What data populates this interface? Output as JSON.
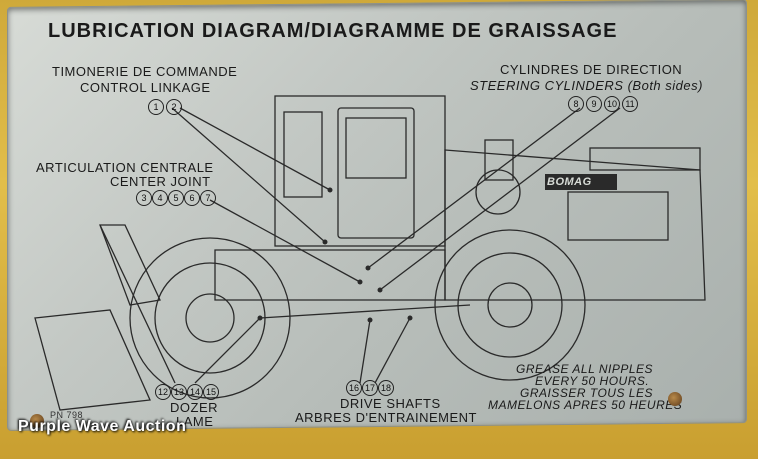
{
  "plate": {
    "title": "LUBRICATION DIAGRAM/DIAGRAMME DE GRAISSAGE",
    "control_linkage": {
      "fr": "TIMONERIE DE COMMANDE",
      "en": "CONTROL LINKAGE",
      "points": [
        "1",
        "2"
      ]
    },
    "steering_cylinders": {
      "fr": "CYLINDRES DE DIRECTION",
      "en": "STEERING CYLINDERS (Both sides)",
      "points": [
        "8",
        "9",
        "10",
        "11"
      ]
    },
    "center_joint": {
      "fr": "ARTICULATION CENTRALE",
      "en": "CENTER JOINT",
      "points": [
        "3",
        "4",
        "5",
        "6",
        "7"
      ]
    },
    "dozer": {
      "en": "DOZER",
      "fr": "LAME",
      "points": [
        "12",
        "13",
        "14",
        "15"
      ]
    },
    "drive_shafts": {
      "en": "DRIVE SHAFTS",
      "fr": "ARBRES D'ENTRAINEMENT",
      "points": [
        "16",
        "17",
        "18"
      ]
    },
    "grease_note": [
      "GREASE ALL NIPPLES",
      "EVERY 50 HOURS.",
      "GRAISSER TOUS LES",
      "MAMELONS APRES 50 HEURES"
    ],
    "brand": "BOMAG",
    "part_number": "PN 798"
  },
  "watermark": "Purple Wave Auction",
  "colors": {
    "plate": "#c3c8c4",
    "ink": "#1a1a1a",
    "frame": "#d8b341",
    "watermark": "#ffffff"
  }
}
